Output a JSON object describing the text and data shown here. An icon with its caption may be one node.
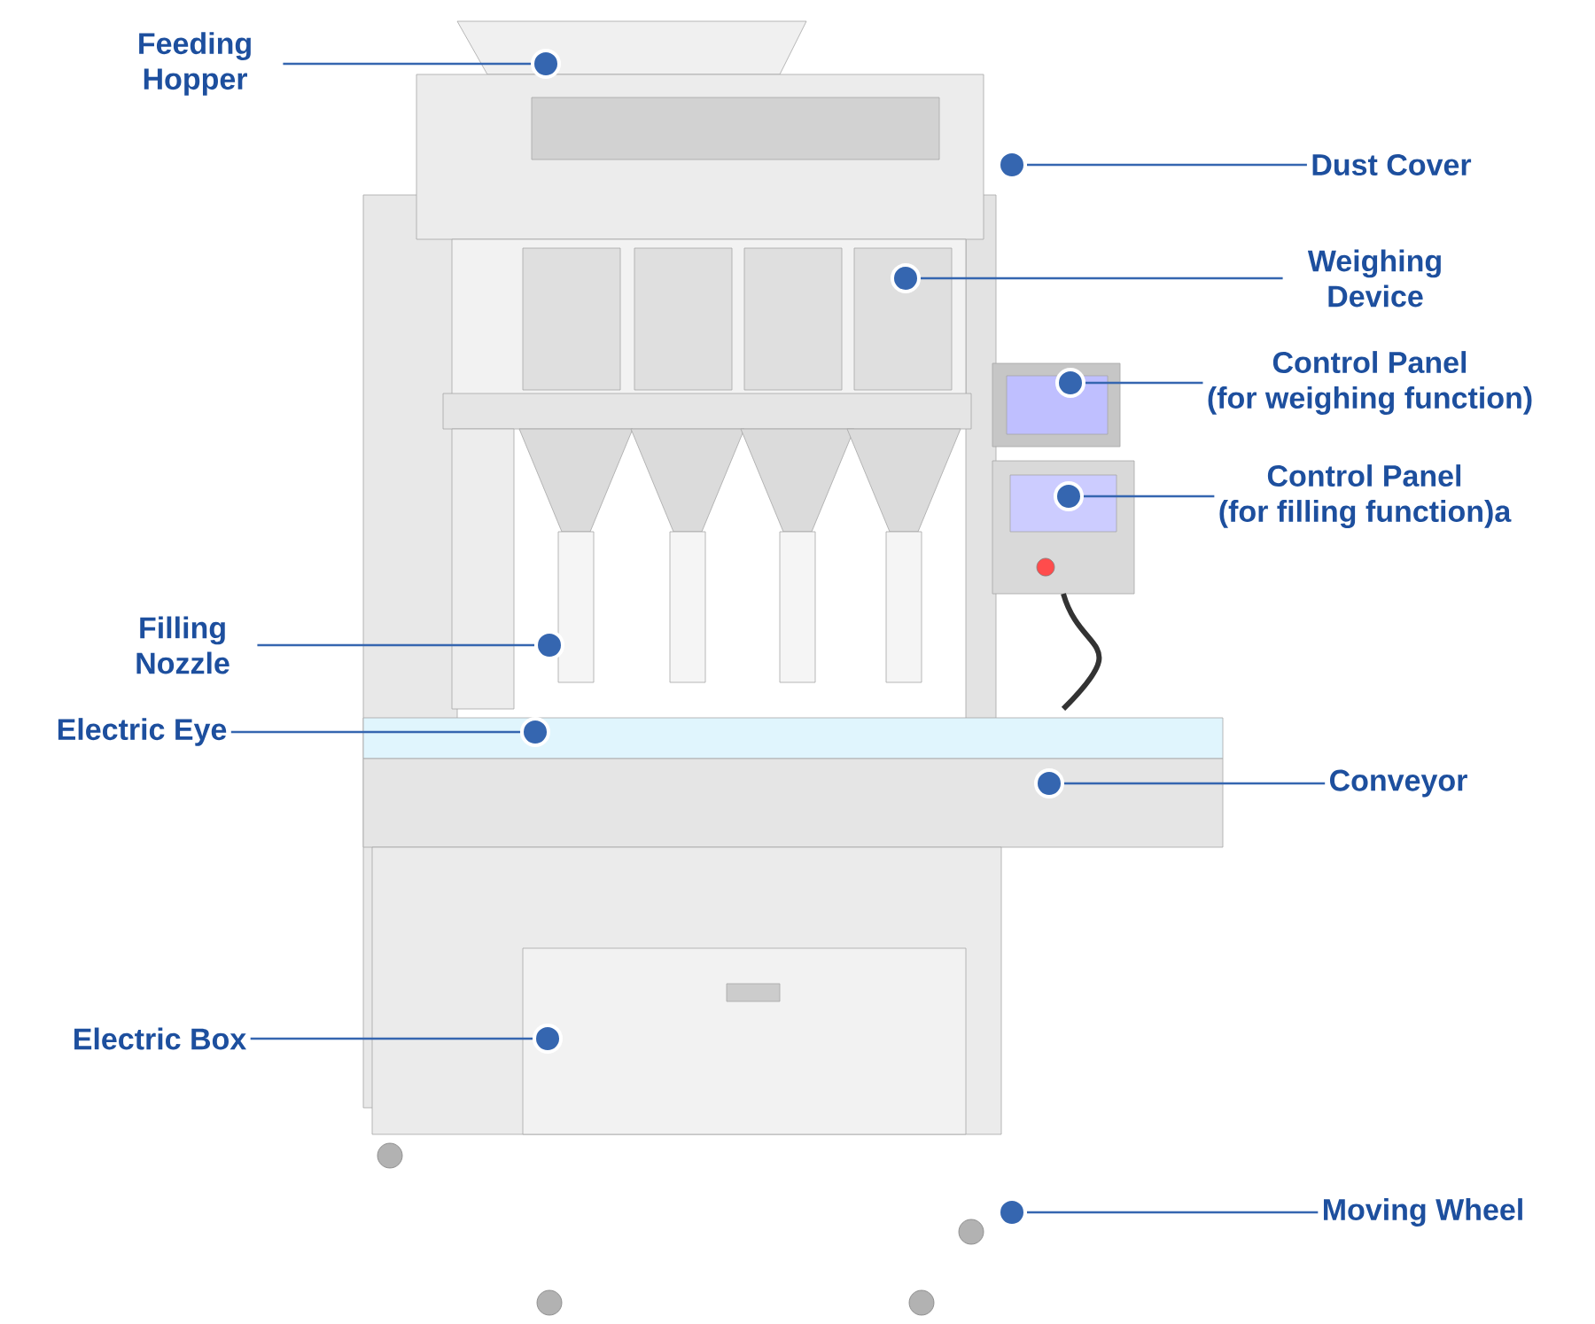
{
  "diagram": {
    "nodes": [
      {
        "text": [
          "Feeding Hopper"
        ]
      },
      {
        "text": [
          "Dust Cover"
        ]
      },
      {
        "text": [
          "Weighing Device"
        ]
      },
      {
        "text": [
          "Control Panel",
          "(for weighing function)"
        ]
      },
      {
        "text": [
          "Control Panel",
          "(for filling function)a"
        ]
      },
      {
        "text": [
          "Filling Nozzle"
        ]
      },
      {
        "text": [
          "Electric Eye"
        ]
      },
      {
        "text": [
          "Conveyor"
        ]
      },
      {
        "text": [
          "Electric Box"
        ]
      },
      {
        "text": [
          "Moving Wheel"
        ]
      },
      {
        "text": [],
        "shape": "circle"
      },
      {
        "text": [],
        "shape": "circle"
      },
      {
        "text": [],
        "shape": "circle"
      },
      {
        "text": [],
        "shape": "circle"
      },
      {
        "text": [],
        "shape": "circle"
      },
      {
        "text": [],
        "shape": "circle"
      },
      {
        "text": [],
        "shape": "circle"
      },
      {
        "text": [],
        "shape": "circle"
      },
      {
        "text": [],
        "shape": "circle"
      },
      {
        "text": [],
        "shape": "circle"
      }
    ],
    "edges": [
      {
        "from": 0,
        "to": 10,
        "arrow": "none"
      },
      {
        "from": 1,
        "to": 11,
        "arrow": "none"
      },
      {
        "from": 2,
        "to": 12,
        "arrow": "none"
      },
      {
        "from": 3,
        "to": 13,
        "arrow": "none"
      },
      {
        "from": 4,
        "to": 14,
        "arrow": "none"
      },
      {
        "from": 5,
        "to": 15,
        "arrow": "none"
      },
      {
        "from": 6,
        "to": 16,
        "arrow": "none"
      },
      {
        "from": 7,
        "to": 17,
        "arrow": "none"
      },
      {
        "from": 8,
        "to": 18,
        "arrow": "none"
      },
      {
        "from": 9,
        "to": 19,
        "arrow": "none"
      }
    ]
  }
}
